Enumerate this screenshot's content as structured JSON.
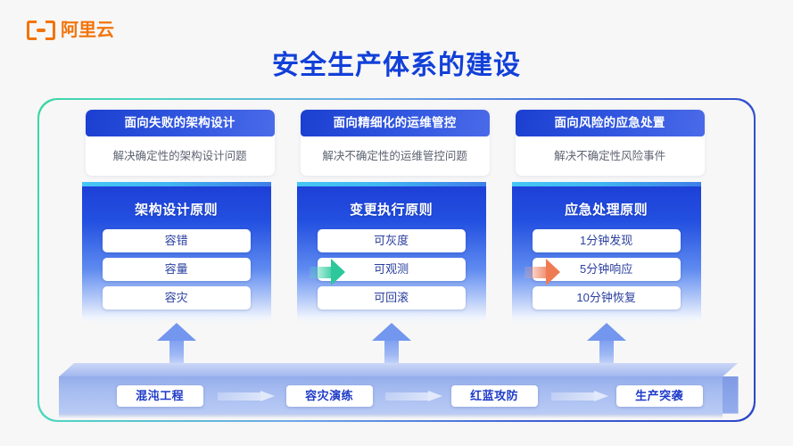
{
  "brand": {
    "logo_text": "阿里云",
    "logo_color": "#f2740a",
    "logo_icon": "alibaba-cloud-bracket-icon"
  },
  "title": "安全生产体系的建设",
  "title_color": "#1240d8",
  "cards": [
    {
      "heading": "面向失败的架构设计",
      "description": "解决确定性的架构设计问题"
    },
    {
      "heading": "面向精细化的运维管控",
      "description": "解决不确定性的运维管控问题"
    },
    {
      "heading": "面向风险的应急处置",
      "description": "解决不确定性风险事件"
    }
  ],
  "panels": [
    {
      "title": "架构设计原则",
      "items": [
        "容错",
        "容量",
        "容灾"
      ]
    },
    {
      "title": "变更执行原则",
      "items": [
        "可灰度",
        "可观测",
        "可回滚"
      ]
    },
    {
      "title": "应急处理原则",
      "items": [
        "1分钟发现",
        "5分钟响应",
        "10分钟恢复"
      ]
    }
  ],
  "flow_arrows": [
    {
      "name": "arrow-architecture-to-change",
      "color": "#2cc79b"
    },
    {
      "name": "arrow-change-to-emergency",
      "color": "#ef7b53"
    }
  ],
  "foundation": {
    "steps": [
      "混沌工程",
      "容灾演练",
      "红蓝攻防",
      "生产突袭"
    ],
    "step_color": "#1e3bc8",
    "slab_color": "#a5bbf0"
  },
  "frame": {
    "border_gradient_start": "#3ad6a5",
    "border_gradient_end": "#2b46c8"
  }
}
